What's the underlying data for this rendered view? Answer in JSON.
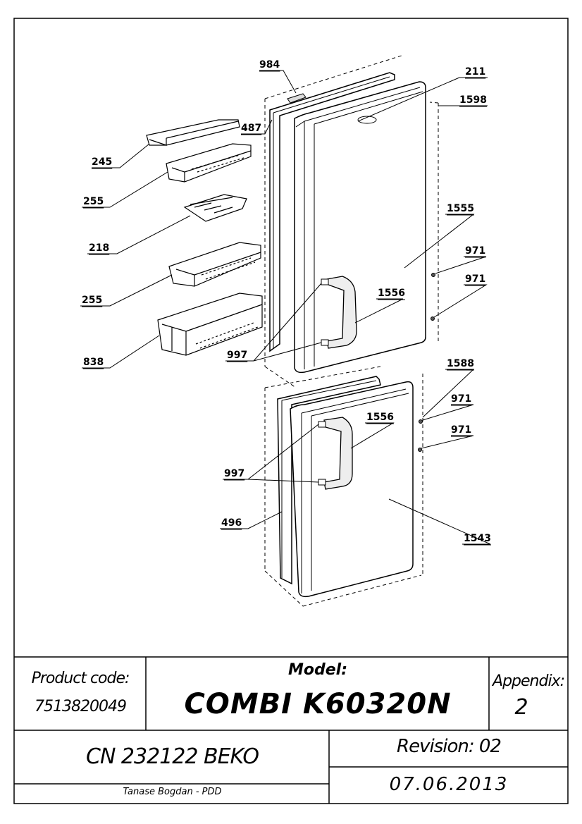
{
  "labels": {
    "l984": "984",
    "l211": "211",
    "l1598": "1598",
    "l487": "487",
    "l245": "245",
    "l255a": "255",
    "l218": "218",
    "l1555": "1555",
    "l971a": "971",
    "l971b": "971",
    "l255b": "255",
    "l1556a": "1556",
    "l838": "838",
    "l997a": "997",
    "l1588": "1588",
    "l971c": "971",
    "l1556b": "1556",
    "l971d": "971",
    "l997b": "997",
    "l496": "496",
    "l1543": "1543"
  },
  "title_block": {
    "product_code_label": "Product code:",
    "product_code": "7513820049",
    "model_label": "Model:",
    "model": "COMBI K60320N",
    "appendix_label": "Appendix:",
    "appendix": "2",
    "cn": "CN 232122 BEKO",
    "revision": "Revision: 02",
    "author": "Tanase Bogdan - PDD",
    "date": "07.06.2013"
  }
}
